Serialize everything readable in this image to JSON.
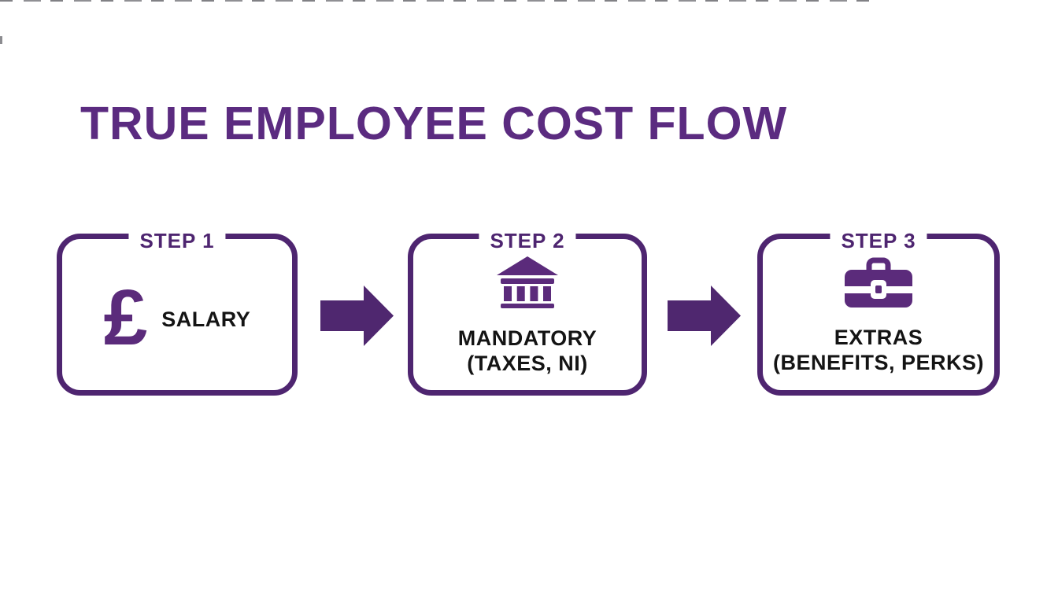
{
  "title": {
    "text": "TRUE EMPLOYEE COST FLOW"
  },
  "steps": [
    {
      "label": "STEP 1",
      "icon": "pound-sign-icon",
      "icon_glyph": "£",
      "lines": [
        "SALARY"
      ]
    },
    {
      "label": "STEP 2",
      "icon": "bank-icon",
      "lines": [
        "MANDATORY",
        "(TAXES, NI)"
      ]
    },
    {
      "label": "STEP 3",
      "icon": "briefcase-icon",
      "lines": [
        "EXTRAS",
        "(BENEFITS, PERKS)"
      ]
    }
  ],
  "colors": {
    "title_purple": "#5b2b80",
    "border_purple": "#4e2570",
    "icon_purple": "#5b2b7b",
    "arrow_purple": "#4f276f",
    "text_black": "#141414",
    "background": "#ffffff"
  }
}
